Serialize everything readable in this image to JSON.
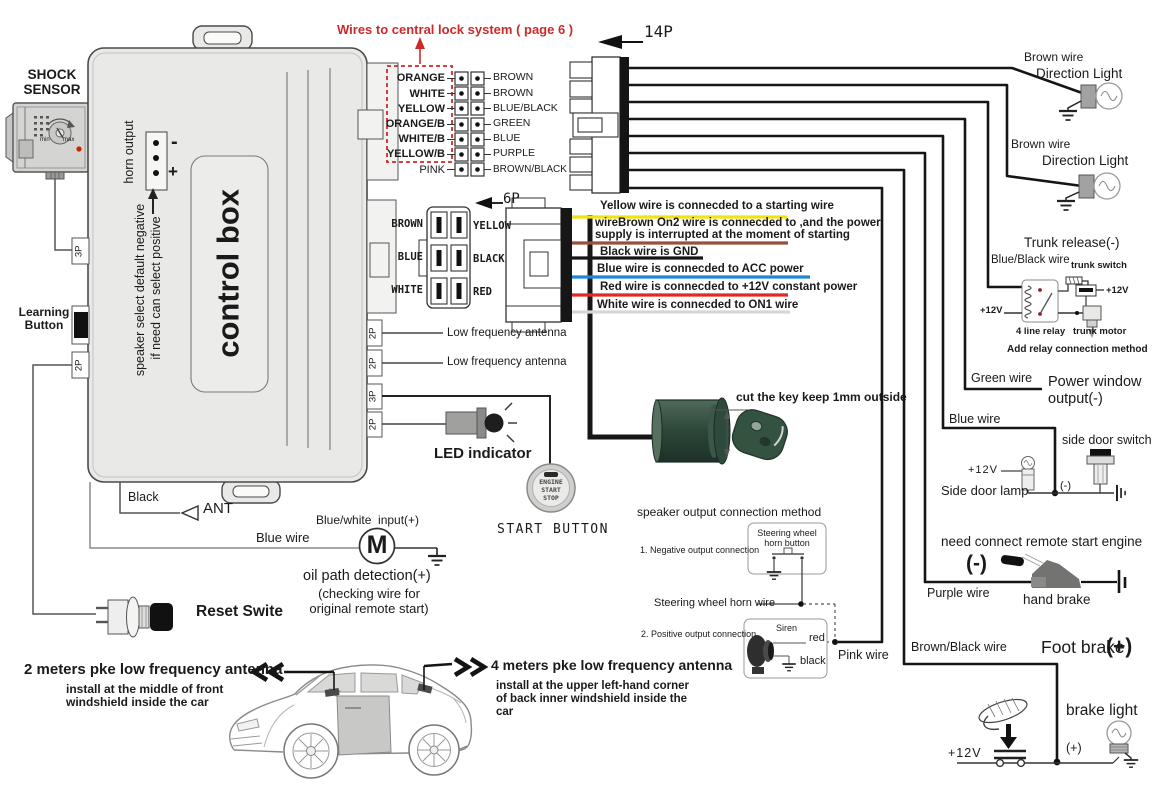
{
  "palette": {
    "accent_red": "#cc2a2a",
    "wire_yellow": "#f0e311",
    "wire_brown": "#96503f",
    "wire_black": "#151515",
    "wire_blue": "#1d86d8",
    "wire_red": "#e02828",
    "wire_white": "#d6d6d6"
  },
  "shock_sensor": {
    "title": "SHOCK SENSOR",
    "min": "min",
    "max": "max"
  },
  "control_box": {
    "name": "control box",
    "horn_output": "horn output",
    "minus": "-",
    "plus": "+",
    "speaker_note_line1": "speaker select default negative",
    "speaker_note_line2": "if need can select positive",
    "learning_button": "Learning Button",
    "port_3p": "3P",
    "port_2p": "2P"
  },
  "ports_right": [
    "2P",
    "2P",
    "3P",
    "2P"
  ],
  "central_lock": {
    "title": "Wires to central lock system ( page 6 )",
    "left": [
      "ORANGE",
      "WHITE",
      "YELLOW",
      "ORANGE/B",
      "WHITE/B",
      "YELLOW/B",
      "PINK"
    ],
    "right": [
      "BROWN",
      "BROWN",
      "BLUE/BLACK",
      "GREEN",
      "BLUE",
      "PURPLE",
      "BROWN/BLACK"
    ]
  },
  "connector_14p": {
    "label": "14P"
  },
  "connector_6p": {
    "label": "6P",
    "left": [
      "BROWN",
      "BLUE",
      "WHITE"
    ],
    "right": [
      "YELLOW",
      "BLACK",
      "RED"
    ]
  },
  "ignition_notes": [
    "Yellow wire is connecded to a starting wire",
    "wireBrown On2 wire is connecded to ,and the power supply is interrupted at the moment of starting",
    "Black wire is GND",
    "Blue wire is connecded to ACC power",
    "Red wire is connecded to +12V constant power",
    "White wire is connecded to ON1 wire"
  ],
  "outputs": {
    "low_freq_antenna_1": "Low frequency antenna",
    "low_freq_antenna_2": "Low frequency antenna",
    "led_indicator": "LED indicator",
    "start_button_face": "ENGINE START STOP",
    "start_button_label": "START BUTTON",
    "key_note": "cut the key keep 1mm outside"
  },
  "speaker_section": {
    "title": "speaker output connection method",
    "negative": "1. Negative output connection",
    "horn_button": "Steering wheel horn button",
    "horn_wire": "Steering wheel horn wire",
    "positive": "2. Positive output connection",
    "siren": "Siren",
    "red": "red",
    "black": "black",
    "pink_wire": "Pink wire"
  },
  "left_area": {
    "black": "Black",
    "ant": "ANT",
    "blue_wire": "Blue wire",
    "blue_white_input": "Blue/white  input(+)",
    "motor": "M",
    "oil_path": "oil path detection(+)",
    "checking": "(checking wire for original remote start)",
    "reset": "Reset Swite"
  },
  "bottom": {
    "antenna2_title": "2 meters pke low frequency antenna",
    "antenna2_sub": "install at the  middle of front windshield inside the car",
    "antenna4_title": "4 meters pke low frequency antenna",
    "antenna4_sub": "install at the  upper left-hand corner of back inner windshield inside the car"
  },
  "right_area": {
    "brown_wire_1": "Brown wire",
    "direction_light_1": "Direction Light",
    "brown_wire_2": "Brown wire",
    "direction_light_2": "Direction Light",
    "trunk_release": "Trunk release(-)",
    "blue_black_wire": "Blue/Black wire",
    "trunk_switch": "trunk switch",
    "v12_switch": "+12V",
    "v12_relay": "+12V",
    "relay": "4 line relay",
    "trunk_motor": "trunk motor",
    "relay_note": "Add relay connection method",
    "green_wire": "Green wire",
    "power_window": "Power window output(-)",
    "blue_wire": "Blue wire",
    "v12_lamp": "+12V",
    "side_door_lamp": "Side door lamp",
    "lamp_minus": "(-)",
    "side_door_switch": "side door switch",
    "remote_note": "need connect remote start engine",
    "hand_minus": "(-)",
    "purple_wire": "Purple wire",
    "hand_brake": "hand brake",
    "brown_black_wire": "Brown/Black wire",
    "foot_brake": "Foot brake",
    "foot_plus": "(+)",
    "v12_brake": "+12V",
    "brake_plus": "(+)",
    "brake_light": "brake light"
  }
}
